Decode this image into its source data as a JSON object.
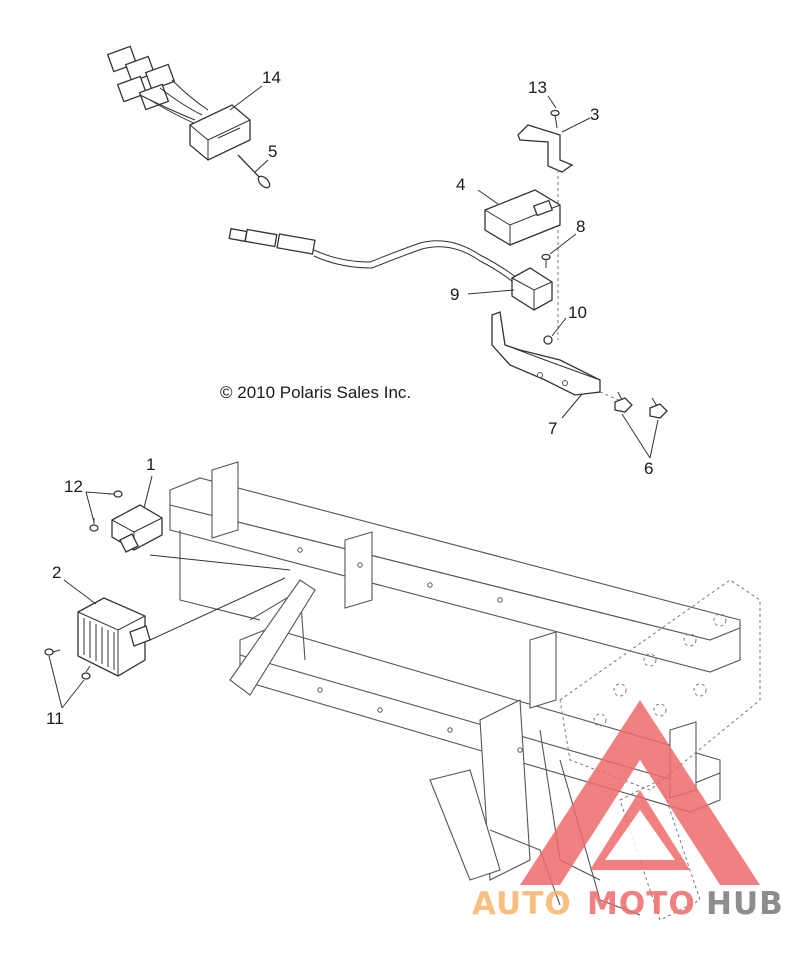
{
  "copyright": "© 2010 Polaris Sales Inc.",
  "callouts": {
    "c1": "1",
    "c2": "2",
    "c3": "3",
    "c4": "4",
    "c5": "5",
    "c6": "6",
    "c7": "7",
    "c8": "8",
    "c9": "9",
    "c10": "10",
    "c11": "11",
    "c12": "12",
    "c13": "13",
    "c14": "14"
  },
  "watermark": {
    "part1": "AUTO",
    "part2": "MOTO",
    "part3": "HUB",
    "color_orange": "#f7b56b",
    "color_red": "#ef6b6b",
    "color_gray": "#7a7a7a"
  }
}
